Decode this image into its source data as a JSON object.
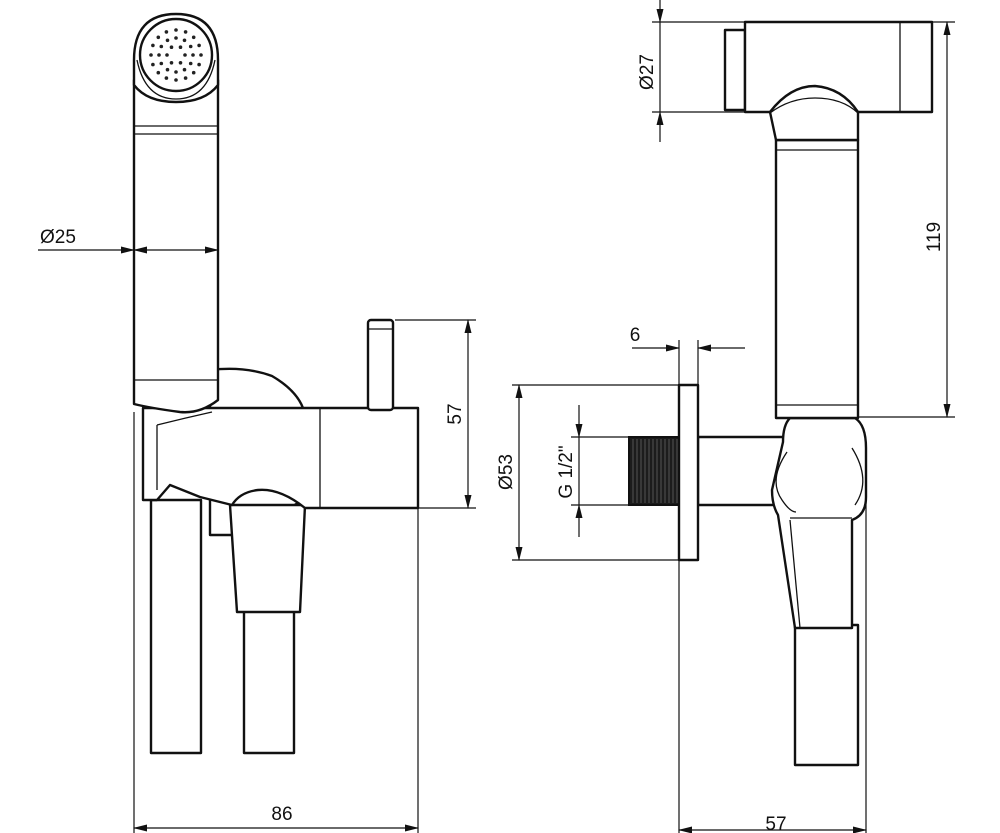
{
  "dimensions": {
    "hose_diameter": "Ø25",
    "head_diameter": "Ø27",
    "total_height": "119",
    "valve_height": "57",
    "flange_thickness": "6",
    "flange_diameter": "Ø53",
    "thread": "G 1/2\"",
    "front_width": "86",
    "side_depth": "57"
  }
}
